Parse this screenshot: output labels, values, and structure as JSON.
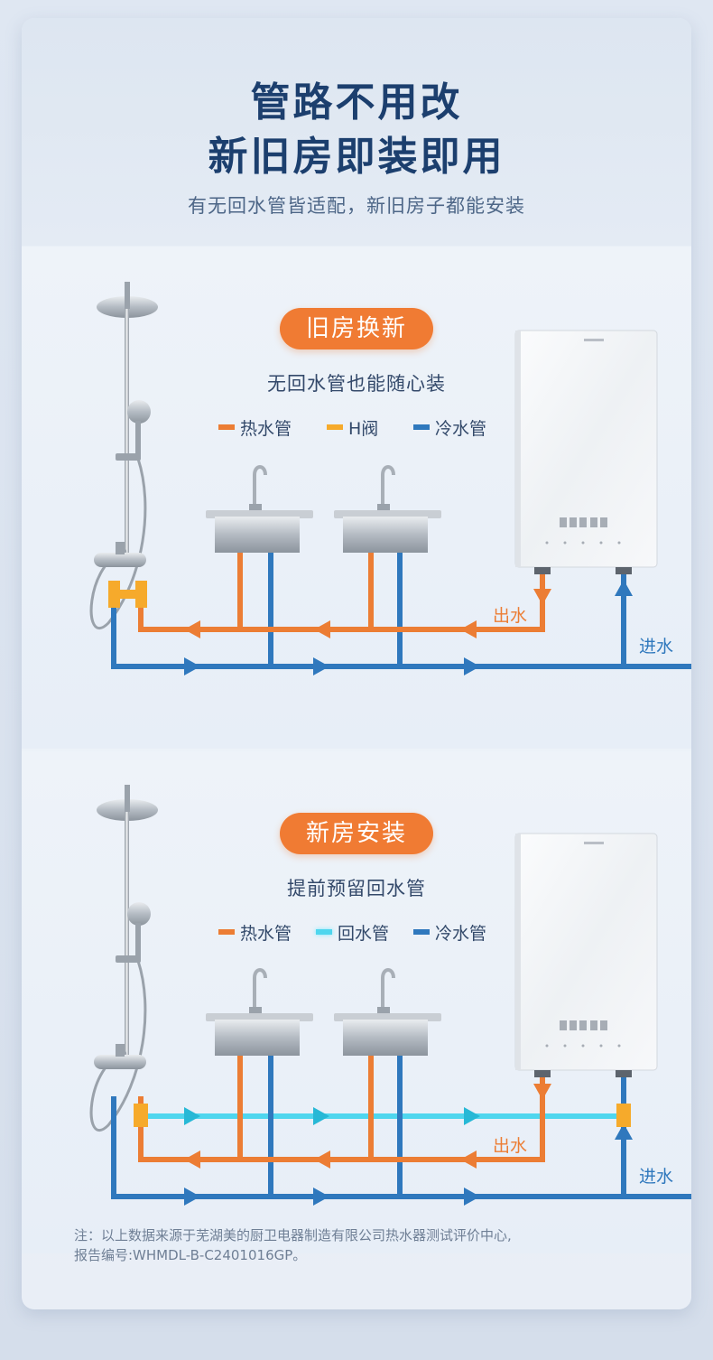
{
  "title": {
    "line1": "管路不用改",
    "line2": "新旧房即装即用"
  },
  "subtitle": "有无回水管皆适配，新旧房子都能安装",
  "colors": {
    "hot": "#ec7d34",
    "cold": "#2f78bd",
    "return": "#4fd6ee",
    "valve": "#f6aa2b",
    "accent": "#f07b33",
    "title": "#1c3f6e"
  },
  "sections": [
    {
      "badge": "旧房换新",
      "caption": "无回水管也能随心装",
      "legend": [
        {
          "label": "热水管",
          "color": "#ec7d34"
        },
        {
          "label": "H阀",
          "color": "#f6aa2b"
        },
        {
          "label": "冷水管",
          "color": "#2f78bd"
        }
      ],
      "outlet_label": "出水",
      "inlet_label": "进水"
    },
    {
      "badge": "新房安装",
      "caption": "提前预留回水管",
      "legend": [
        {
          "label": "热水管",
          "color": "#ec7d34"
        },
        {
          "label": "回水管",
          "color": "#4fd6ee"
        },
        {
          "label": "冷水管",
          "color": "#2f78bd"
        }
      ],
      "outlet_label": "出水",
      "inlet_label": "进水"
    }
  ],
  "footnote": {
    "line1": "注：以上数据来源于芜湖美的厨卫电器制造有限公司热水器测试评价中心,",
    "line2": "报告编号:WHMDL-B-C2401016GP。"
  }
}
